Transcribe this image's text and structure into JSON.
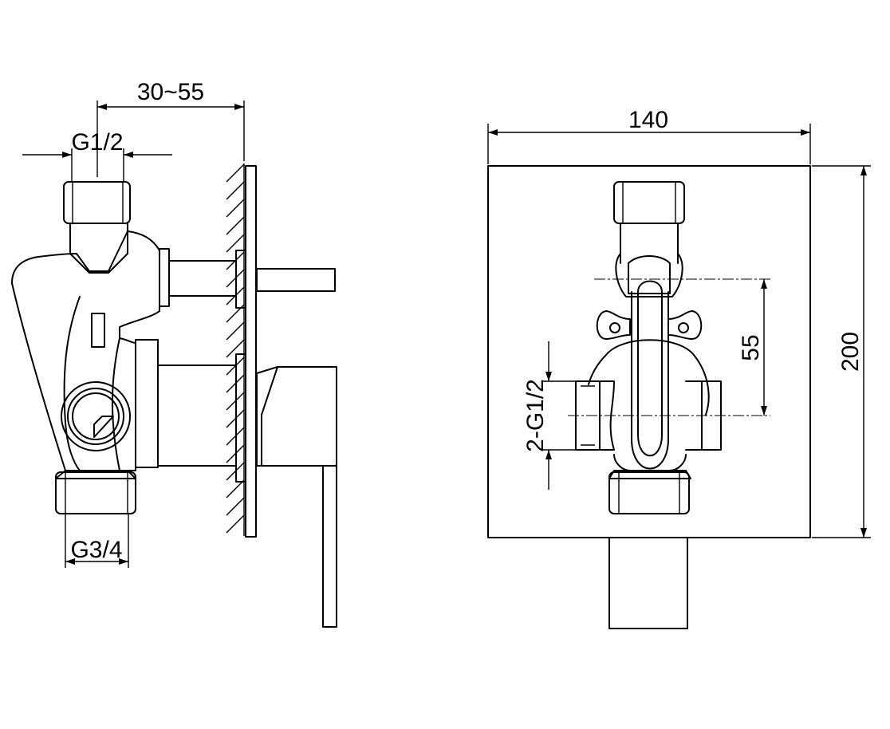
{
  "side_view": {
    "dim_depth": "30~55",
    "dim_inlet_top": "G1/2",
    "dim_inlet_bottom": "G3/4"
  },
  "front_view": {
    "dim_width": "140",
    "dim_height": "200",
    "dim_spacing": "55",
    "dim_ports": "2-G1/2"
  },
  "colors": {
    "line": "#000000",
    "background": "#ffffff"
  }
}
